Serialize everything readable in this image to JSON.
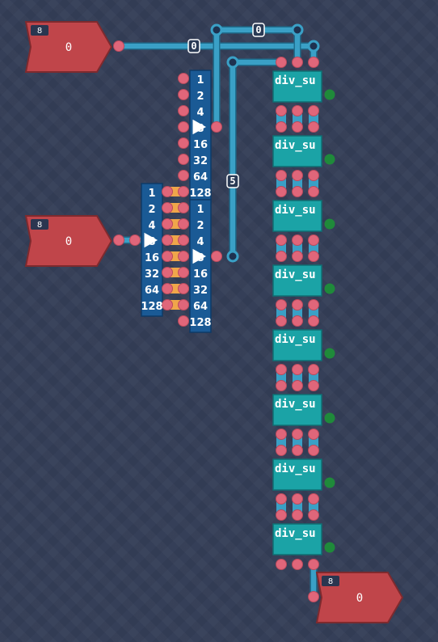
{
  "colors": {
    "background": "#353f58",
    "wire": "#3aa0c6",
    "wire_dark": "#1e6f8f",
    "pin_red": "#e0667a",
    "pin_green": "#1f8a3a",
    "io_block": "#c0454a",
    "io_block_dark": "#7e2a2e",
    "splitter_blue": "#1a5a95",
    "div_teal": "#1ba3a6",
    "link_orange": "#f0a64a"
  },
  "inputs": [
    {
      "badge": "8",
      "value": "0"
    },
    {
      "badge": "8",
      "value": "0"
    }
  ],
  "output": {
    "badge": "8",
    "value": "0"
  },
  "wire_values": [
    "0",
    "0",
    "5"
  ],
  "bit_labels": [
    "1",
    "2",
    "4",
    "8",
    "16",
    "32",
    "64",
    "128"
  ],
  "div_chips": [
    {
      "label": "div_su"
    },
    {
      "label": "div_su"
    },
    {
      "label": "div_su"
    },
    {
      "label": "div_su"
    },
    {
      "label": "div_su"
    },
    {
      "label": "div_su"
    },
    {
      "label": "div_su"
    },
    {
      "label": "div_su"
    }
  ]
}
